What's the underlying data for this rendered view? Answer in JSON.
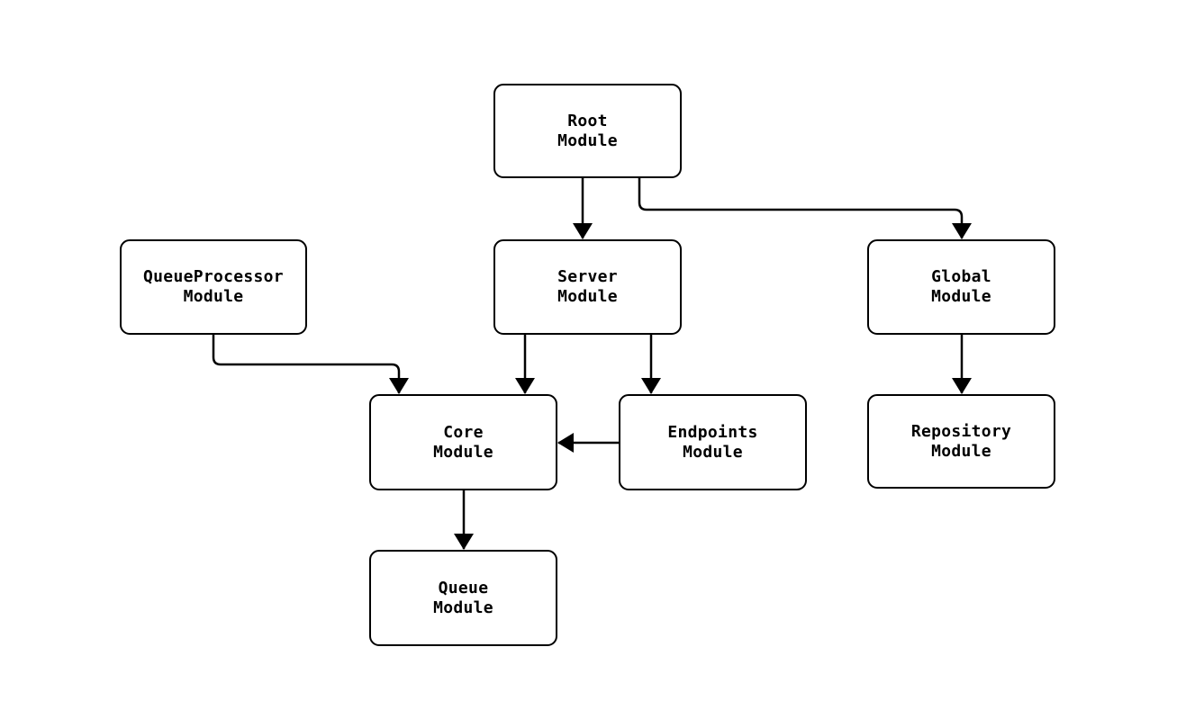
{
  "page": {
    "background_color": "#ffffff",
    "line_color": "#000000",
    "node_fill_color": "#ffffff",
    "node_border_color": "#000000",
    "text_color": "#000000"
  },
  "diagram": {
    "type": "module-dependency-flowchart",
    "nodes": [
      {
        "id": "root",
        "label": "Root\nModule"
      },
      {
        "id": "queueprocessor",
        "label": "QueueProcessor\nModule"
      },
      {
        "id": "server",
        "label": "Server\nModule"
      },
      {
        "id": "global",
        "label": "Global\nModule"
      },
      {
        "id": "core",
        "label": "Core\nModule"
      },
      {
        "id": "endpoints",
        "label": "Endpoints\nModule"
      },
      {
        "id": "repository",
        "label": "Repository\nModule"
      },
      {
        "id": "queue",
        "label": "Queue\nModule"
      }
    ],
    "edges": [
      {
        "from": "root",
        "to": "server"
      },
      {
        "from": "root",
        "to": "global"
      },
      {
        "from": "queueprocessor",
        "to": "core"
      },
      {
        "from": "server",
        "to": "core"
      },
      {
        "from": "server",
        "to": "endpoints"
      },
      {
        "from": "endpoints",
        "to": "core"
      },
      {
        "from": "global",
        "to": "repository"
      },
      {
        "from": "core",
        "to": "queue"
      }
    ]
  }
}
